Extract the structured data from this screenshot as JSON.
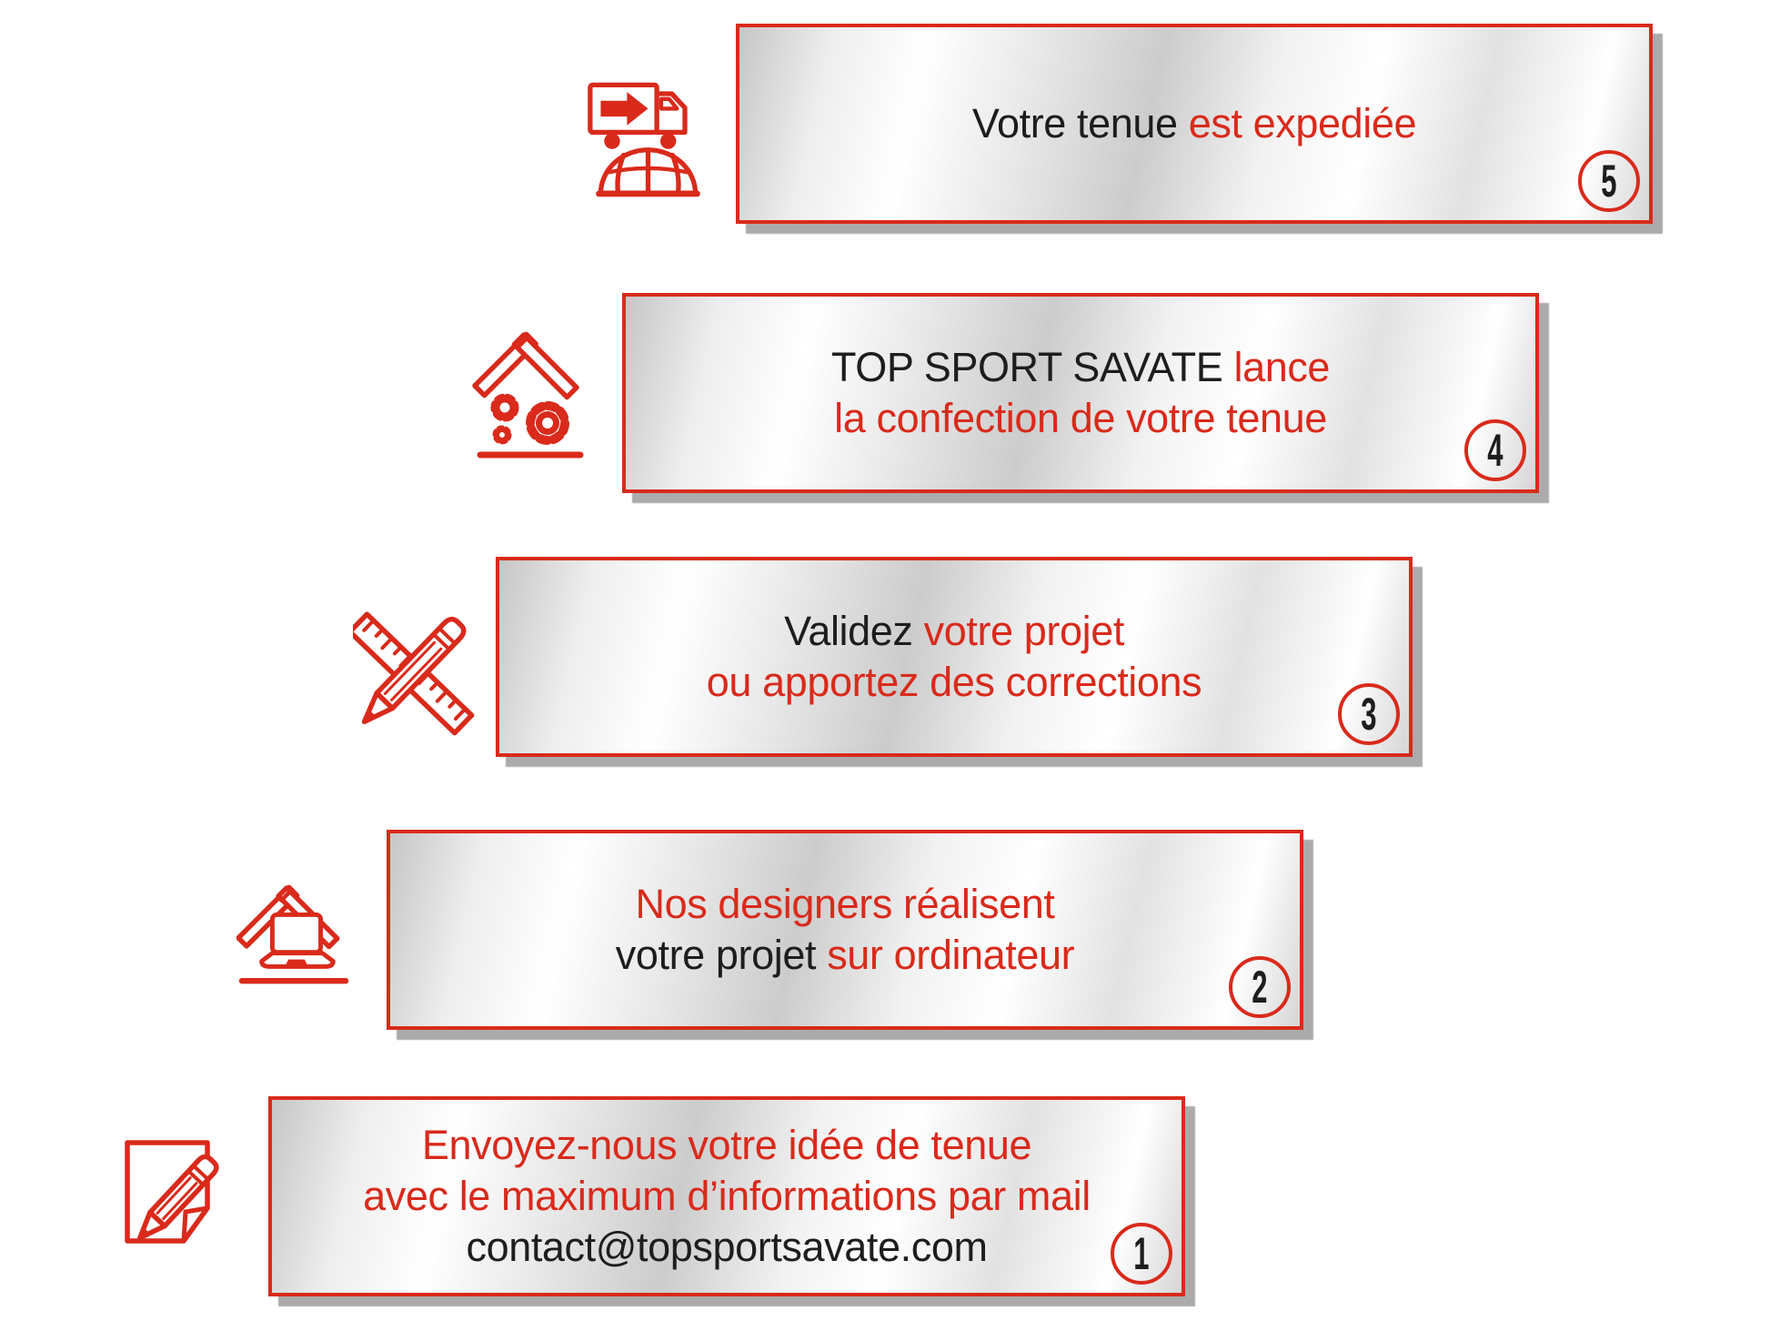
{
  "page": {
    "background": "#ffffff",
    "description": "5-step custom sportswear ordering process infographic"
  },
  "colors": {
    "accent_red": "#d92a1b",
    "text_black": "#1d1d1b",
    "shadow_gray": "#ababab"
  },
  "steps": [
    {
      "number": "1",
      "icon": "note-and-pencil-icon",
      "lines": [
        {
          "segments": [
            {
              "text": "Envoyez-nous votre idée de tenue",
              "color": "red"
            }
          ]
        },
        {
          "segments": [
            {
              "text": "avec le maximum d’informations par mail",
              "color": "red"
            }
          ]
        },
        {
          "segments": [
            {
              "text": "contact@topsportsavate.com",
              "color": "black"
            }
          ]
        }
      ]
    },
    {
      "number": "2",
      "icon": "designer-laptop-icon",
      "lines": [
        {
          "segments": [
            {
              "text": "Nos designers réalisent",
              "color": "red"
            }
          ]
        },
        {
          "segments": [
            {
              "text": "votre projet ",
              "color": "black"
            },
            {
              "text": "sur ordinateur",
              "color": "red"
            }
          ]
        }
      ]
    },
    {
      "number": "3",
      "icon": "ruler-and-pencil-icon",
      "lines": [
        {
          "segments": [
            {
              "text": "Validez ",
              "color": "black"
            },
            {
              "text": "votre projet",
              "color": "red"
            }
          ]
        },
        {
          "segments": [
            {
              "text": "ou apportez des corrections",
              "color": "red"
            }
          ]
        }
      ]
    },
    {
      "number": "4",
      "icon": "workshop-gears-icon",
      "lines": [
        {
          "segments": [
            {
              "text": "TOP SPORT SAVATE ",
              "color": "black"
            },
            {
              "text": "lance",
              "color": "red"
            }
          ]
        },
        {
          "segments": [
            {
              "text": "la confection de votre tenue",
              "color": "red"
            }
          ]
        }
      ]
    },
    {
      "number": "5",
      "icon": "delivery-truck-icon",
      "lines": [
        {
          "segments": [
            {
              "text": "Votre tenue ",
              "color": "black"
            },
            {
              "text": "est expediée",
              "color": "red"
            }
          ]
        }
      ]
    }
  ]
}
